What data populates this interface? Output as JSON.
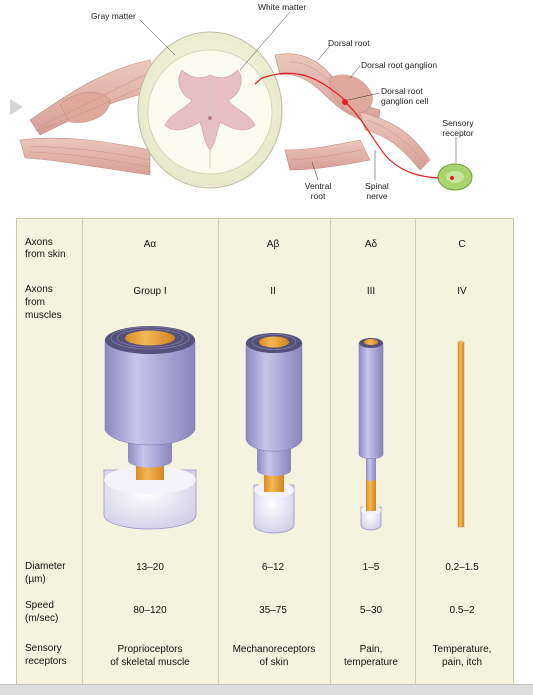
{
  "diagram": {
    "labels": {
      "gray_matter": "Gray matter",
      "white_matter": "White matter",
      "dorsal_root": "Dorsal root",
      "dorsal_root_ganglion": "Dorsal root ganglion",
      "dorsal_root_ganglion_cell_1": "Dorsal root",
      "dorsal_root_ganglion_cell_2": "ganglion cell",
      "sensory_receptor_1": "Sensory",
      "sensory_receptor_2": "receptor",
      "ventral_root_1": "Ventral",
      "ventral_root_2": "root",
      "spinal_nerve_1": "Spinal",
      "spinal_nerve_2": "nerve"
    }
  },
  "table": {
    "row_headers": {
      "skin_1": "Axons",
      "skin_2": "from skin",
      "muscle_1": "Axons",
      "muscle_2": "from",
      "muscle_3": "muscles",
      "diameter_1": "Diameter",
      "diameter_2": "(µm)",
      "speed_1": "Speed",
      "speed_2": "(m/sec)",
      "sensory_1": "Sensory",
      "sensory_2": "receptors"
    },
    "columns": [
      {
        "skin": "Aα",
        "muscle": "Group I",
        "diameter": "13–20",
        "speed": "80–120",
        "receptors_1": "Proprioceptors",
        "receptors_2": "of skeletal muscle"
      },
      {
        "skin": "Aβ",
        "muscle": "II",
        "diameter": "6–12",
        "speed": "35–75",
        "receptors_1": "Mechanoreceptors",
        "receptors_2": "of skin"
      },
      {
        "skin": "Aδ",
        "muscle": "III",
        "diameter": "1–5",
        "speed": "5–30",
        "receptors_1": "Pain,",
        "receptors_2": "temperature"
      },
      {
        "skin": "C",
        "muscle": "IV",
        "diameter": "0.2–1.5",
        "speed": "0.5–2",
        "receptors_1": "Temperature,",
        "receptors_2": "pain, itch"
      }
    ]
  },
  "colors": {
    "myelin": "#b3aed8",
    "axon": "#e8a23a",
    "table_bg": "#f3f3df",
    "nerve_pink": "#e3b9b0",
    "signal_red": "#e02020",
    "receptor_green": "#9fd067"
  }
}
